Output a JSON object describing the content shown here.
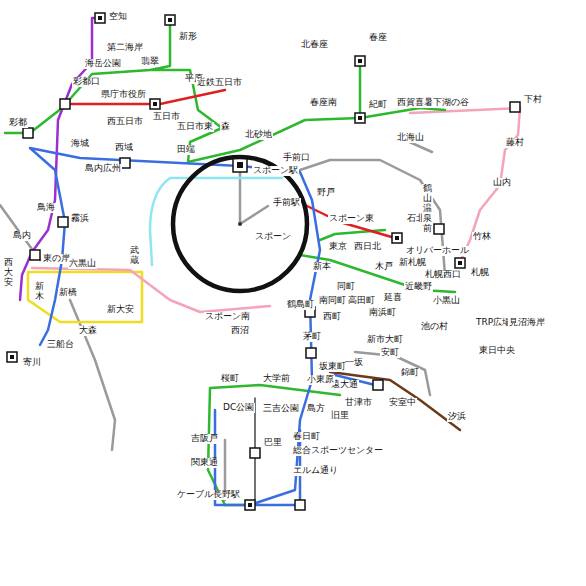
{
  "diagram": {
    "nodes": [
      {
        "text": [
          "スポーン"
        ]
      }
    ],
    "labels": [
      "空知",
      "第二海岸",
      "新形",
      "海岳公園",
      "翡翠",
      "平原",
      "北春座",
      "春座",
      "彩都口",
      "県庁市役所",
      "近鉄五日市",
      "西五日市",
      "五日市",
      "五日市東",
      "森",
      "春座南",
      "紀町",
      "西賀喜暑下湖の谷",
      "下村",
      "彩都",
      "海城",
      "西域",
      "田端",
      "北砂地",
      "手前口",
      "北海山",
      "藤村",
      "島内広州",
      "スポーン駅",
      "手前駅",
      "野戸",
      "山内",
      "スポーン東",
      "石北",
      "鶴山温泉前",
      "竹林",
      "霧浜",
      "鳥海",
      "島内",
      "東京",
      "西日北",
      "オリバーホール",
      "札幌",
      "木戸",
      "新札幌",
      "札幌西口",
      "西大安",
      "東の岸",
      "六黒山",
      "武蔵",
      "新木",
      "新橋",
      "新大安",
      "大森",
      "新本",
      "同町",
      "南同町",
      "高田町",
      "延喜",
      "近畿野",
      "小黒山",
      "スポーン南",
      "西沼",
      "鶴島町",
      "西町",
      "茅町",
      "南浜町",
      "池の村",
      "TRP広場",
      "見沼海岸",
      "新市大町",
      "東日中央",
      "安町",
      "一坂",
      "坂東町",
      "三船台",
      "寄川",
      "錦町",
      "安室中",
      "汐浜",
      "甘津市",
      "遠大通",
      "桜町",
      "大学前",
      "小東原",
      "島方",
      "旧里",
      "DC公園",
      "三吉公園",
      "巴里",
      "春日町",
      "総合スポーツセンター",
      "エルム通り",
      "吉阪戸",
      "関東通",
      "ケーブル長野駅"
    ]
  }
}
